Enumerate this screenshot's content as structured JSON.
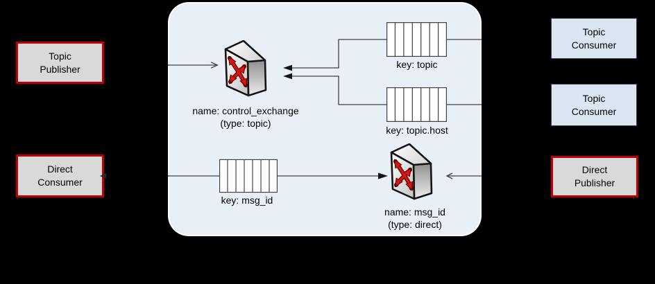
{
  "diagram": {
    "kind": "message-broker topology",
    "colors": {
      "background": "#000000",
      "broker_fill": "#e8eff7",
      "broker_border": "#ffffff",
      "publisher_fill": "#d9d9d9",
      "publisher_border": "#c00000",
      "consumer_fill": "#dce6f2",
      "consumer_border": "#404040",
      "connector_line": "#404040",
      "arrow_red": "#e31212"
    }
  },
  "boxes": {
    "topic_publisher": {
      "lines": [
        "Topic",
        "Publisher"
      ]
    },
    "direct_consumer": {
      "lines": [
        "Direct",
        "Consumer"
      ]
    },
    "topic_consumer_1": {
      "lines": [
        "Topic",
        "Consumer"
      ]
    },
    "topic_consumer_2": {
      "lines": [
        "Topic",
        "Consumer"
      ]
    },
    "direct_publisher": {
      "lines": [
        "Direct",
        "Publisher"
      ]
    }
  },
  "exchanges": {
    "control": {
      "name": "name: control_exchange",
      "type": "(type: topic)"
    },
    "direct": {
      "name": "name: msg_id",
      "type": "(type: direct)"
    }
  },
  "queues": {
    "topic": {
      "label": "key: topic"
    },
    "topic_host": {
      "label": "key: topic.host"
    },
    "msg_id": {
      "label": "key: msg_id"
    }
  }
}
